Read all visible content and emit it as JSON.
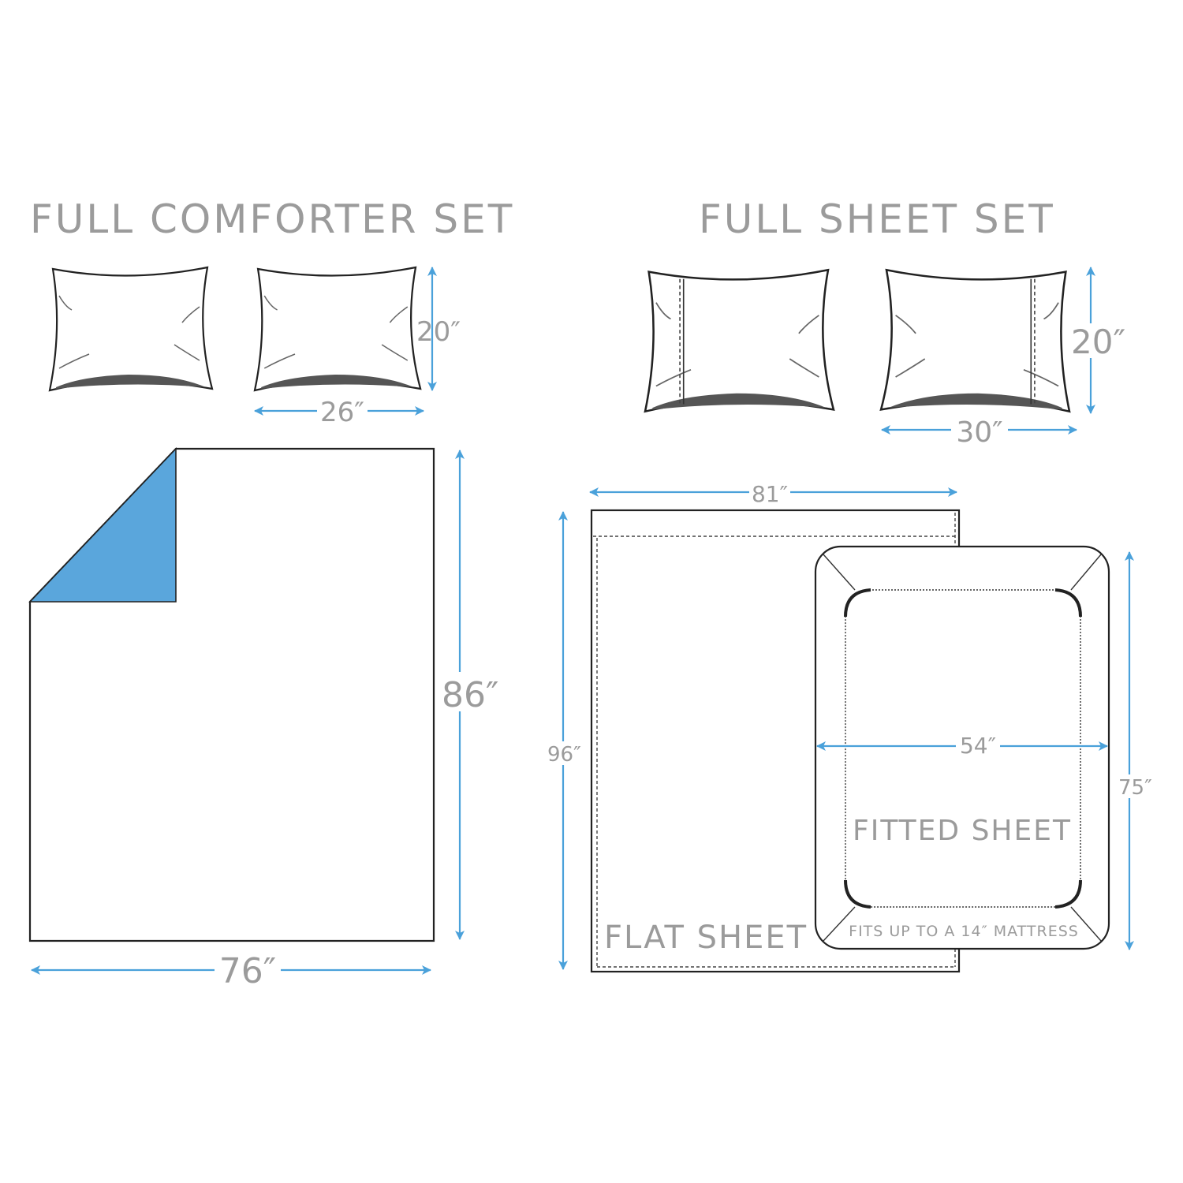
{
  "colors": {
    "accent": "#4aa1da",
    "comforter_back": "#5aa6dc",
    "text": "#9b9b9b",
    "outline": "#222222"
  },
  "comforter_set": {
    "title": "FULL COMFORTER SET",
    "pillow_height": "20″",
    "pillow_width": "26″",
    "comforter_length": "86″",
    "comforter_width": "76″"
  },
  "sheet_set": {
    "title": "FULL SHEET SET",
    "pillow_height": "20″",
    "pillow_width": "30″",
    "flat_width": "81″",
    "flat_length": "96″",
    "flat_label": "FLAT SHEET",
    "fitted_width": "54″",
    "fitted_length": "75″",
    "fitted_label": "FITTED SHEET",
    "fitted_note": "FITS UP TO A 14″ MATTRESS"
  }
}
